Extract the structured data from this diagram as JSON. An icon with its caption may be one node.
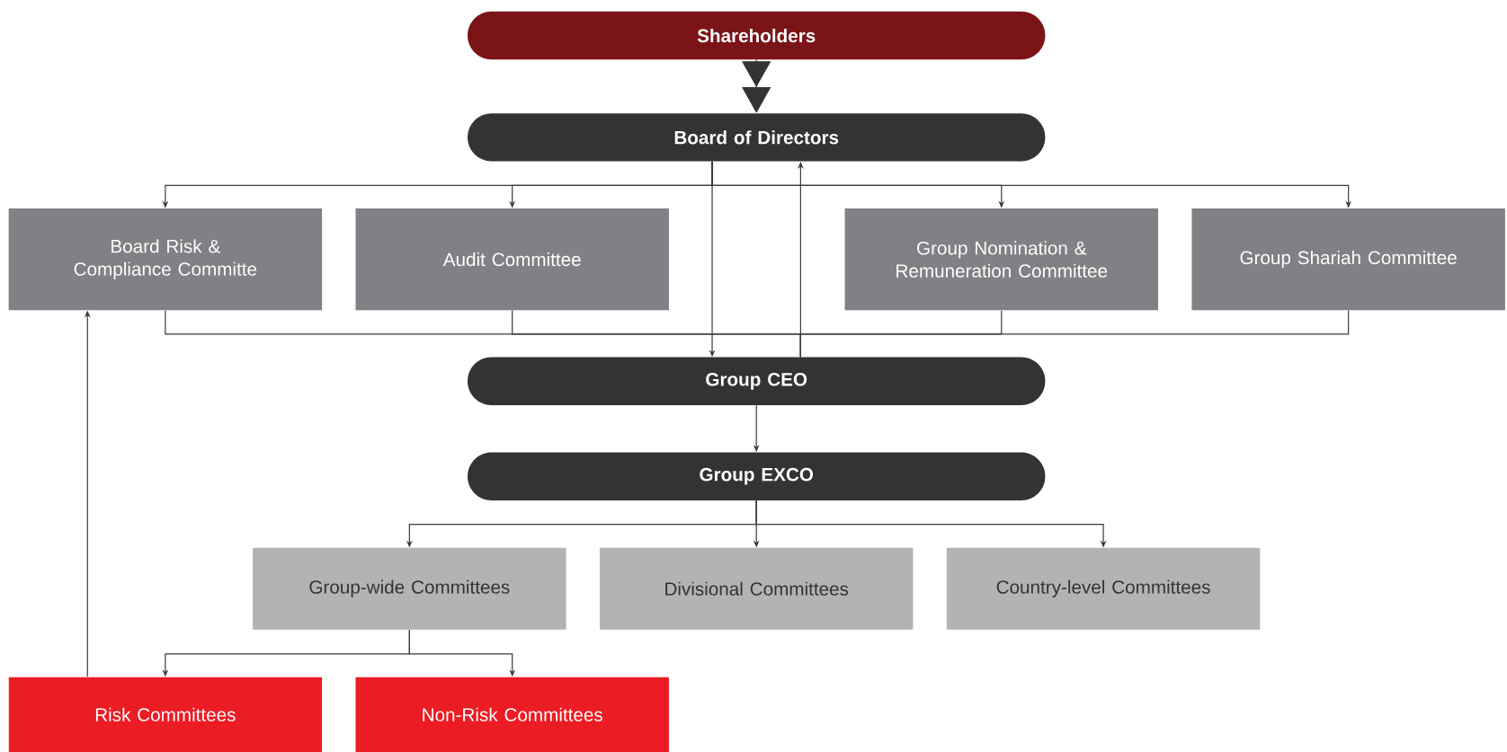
{
  "diagram": {
    "nodes": [
      {
        "text": [
          "Shareholders"
        ]
      },
      {
        "text": [
          "Board of Directors"
        ]
      },
      {
        "text": [
          "Board Risk & Compliance Committe"
        ]
      },
      {
        "text": [
          "Audit Committee"
        ]
      },
      {
        "text": [
          "Group Nomination & Remuneration Committee"
        ]
      },
      {
        "text": [
          "Group Shariah Committee"
        ]
      },
      {
        "text": [
          "Group CEO"
        ]
      },
      {
        "text": [
          "Group EXCO"
        ]
      },
      {
        "text": [
          "Group-wide Committees"
        ]
      },
      {
        "text": [
          "Divisional Committees"
        ]
      },
      {
        "text": [
          "Country-level Committees"
        ]
      },
      {
        "text": [
          "Risk Committees"
        ]
      },
      {
        "text": [
          "Non-Risk Committees"
        ]
      }
    ],
    "edges": [
      {
        "from": 0,
        "to": 1,
        "arrow": "to"
      },
      {
        "from": 1,
        "to": 2,
        "arrow": "to"
      },
      {
        "from": 1,
        "to": 3,
        "arrow": "to"
      },
      {
        "from": 1,
        "to": 4,
        "arrow": "to"
      },
      {
        "from": 1,
        "to": 5,
        "arrow": "to"
      },
      {
        "from": 1,
        "to": 6,
        "arrow": "to"
      },
      {
        "from": 6,
        "to": 1,
        "arrow": "to"
      },
      {
        "from": 2,
        "to": 6,
        "arrow": "none"
      },
      {
        "from": 3,
        "to": 6,
        "arrow": "none"
      },
      {
        "from": 4,
        "to": 6,
        "arrow": "none"
      },
      {
        "from": 5,
        "to": 6,
        "arrow": "none"
      },
      {
        "from": 6,
        "to": 7,
        "arrow": "to"
      },
      {
        "from": 7,
        "to": 8,
        "arrow": "to"
      },
      {
        "from": 7,
        "to": 9,
        "arrow": "to"
      },
      {
        "from": 7,
        "to": 10,
        "arrow": "to"
      },
      {
        "from": 8,
        "to": 11,
        "arrow": "to"
      },
      {
        "from": 8,
        "to": 12,
        "arrow": "to"
      },
      {
        "from": 11,
        "to": 2,
        "arrow": "to"
      }
    ]
  }
}
